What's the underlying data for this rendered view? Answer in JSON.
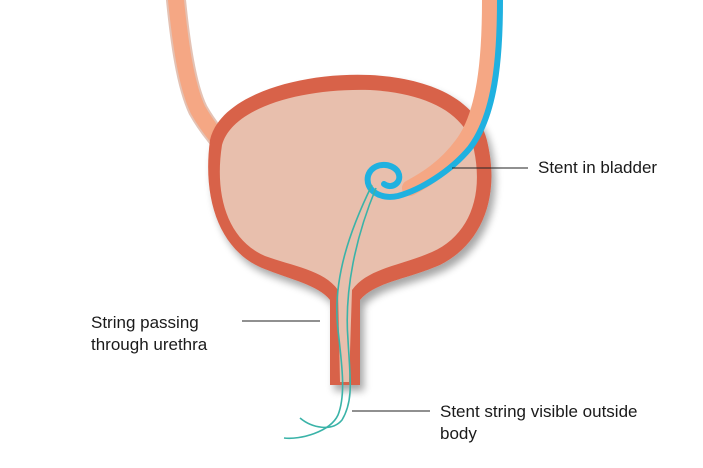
{
  "labels": {
    "stent_in_bladder": "Stent in bladder",
    "string_urethra": [
      "String passing",
      "through urethra"
    ],
    "string_outside": [
      "Stent string visible outside",
      "body"
    ]
  },
  "colors": {
    "bladder_wall": "#d8624a",
    "bladder_interior": "#e8bfad",
    "ureter": "#f5a784",
    "stent": "#1fb1e0",
    "string": "#3ab3a8",
    "leader_line": "#222222"
  },
  "icons": {
    "bladder": "bladder-illustration",
    "ureter_left": "left-ureter-tube",
    "ureter_right": "right-ureter-tube",
    "stent": "ureteral-stent-with-pigtail-coil",
    "string": "stent-string"
  }
}
